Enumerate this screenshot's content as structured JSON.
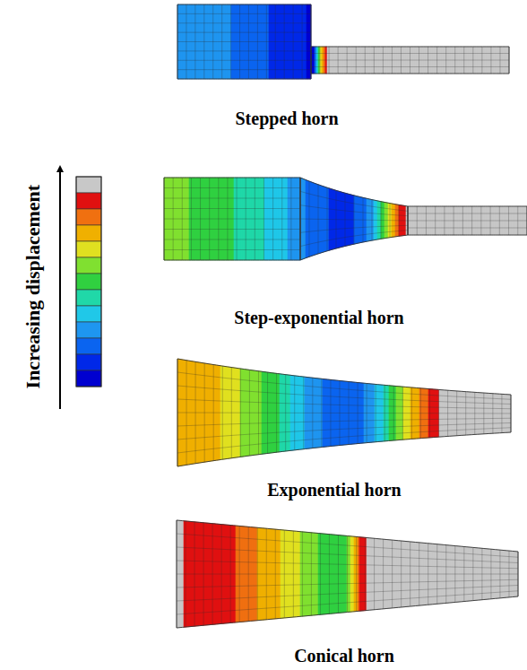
{
  "diagram": {
    "labels": [
      "Increasing displacement",
      "Stepped horn",
      "Step-exponential horn",
      "Exponential horn",
      "Conical horn"
    ]
  }
}
